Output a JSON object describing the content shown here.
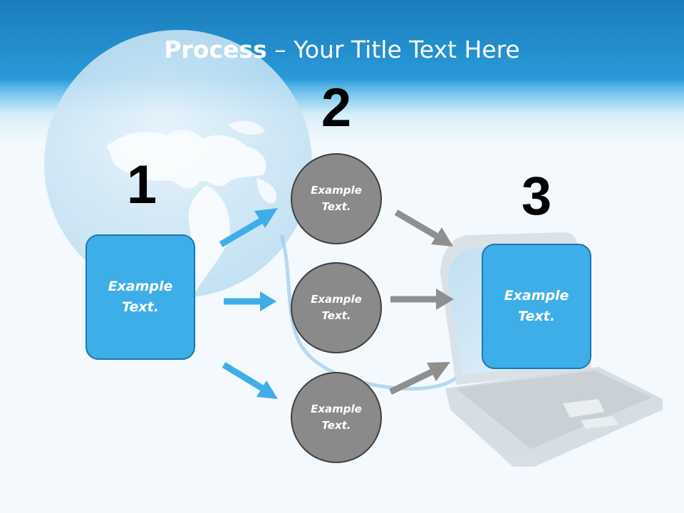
{
  "title": {
    "bold": "Process",
    "rest": " – Your Title Text Here"
  },
  "steps": {
    "one": {
      "number": "1",
      "text": "Example Text."
    },
    "two": {
      "number": "2",
      "texts": [
        "Example Text.",
        "Example Text.",
        "Example Text."
      ]
    },
    "three": {
      "number": "3",
      "text": "Example Text."
    }
  },
  "colors": {
    "header": "#2a99d8",
    "box_fill": "#3eaee8",
    "circle_fill": "#8a8a8a",
    "blue_arrow": "#3eaee8",
    "gray_arrow": "#8f8f8f"
  },
  "background": {
    "globe": "globe-illustration",
    "laptop": "laptop-illustration"
  }
}
